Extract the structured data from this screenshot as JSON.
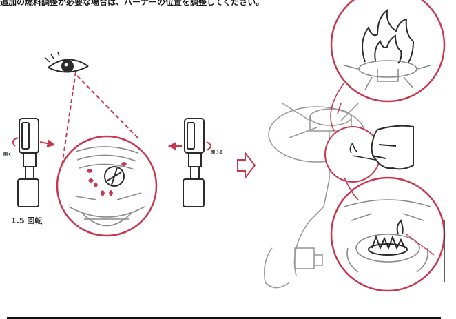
{
  "caption": "追加の燃料調整が必要な場合は、バーナーの位置を調整してください。",
  "labels": {
    "open": "開く",
    "close": "閉じる",
    "turns": "1.5 回転"
  },
  "colors": {
    "accent": "#c8374f",
    "line": "#2b2b2b",
    "faint": "#9a9a9a"
  },
  "icons": [
    "eye-icon",
    "valve-knob-icon",
    "arrow-right-icon",
    "flame-icon",
    "match-icon"
  ]
}
